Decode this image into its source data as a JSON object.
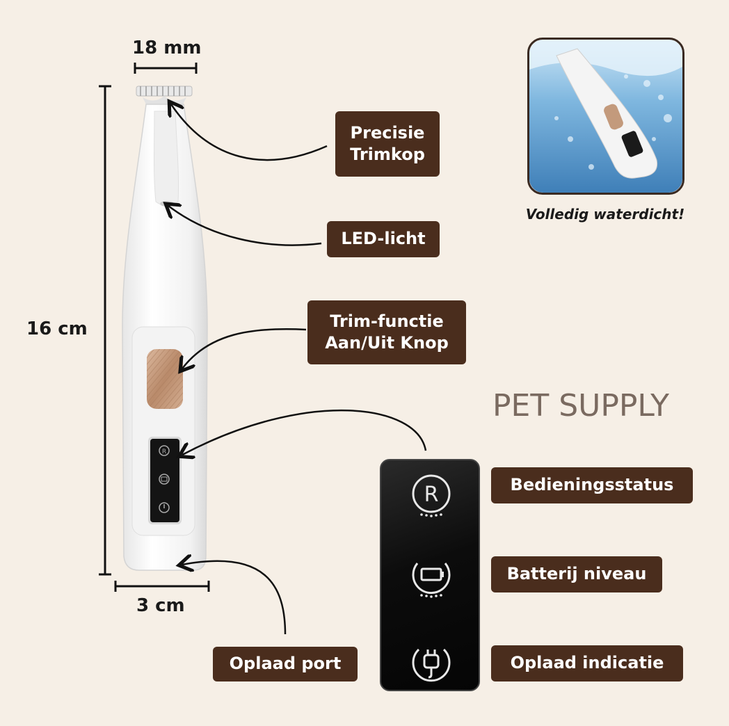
{
  "dimensions": {
    "width_label": "18 mm",
    "height_label": "16 cm",
    "base_label": "3 cm"
  },
  "callouts": {
    "trimkop": [
      "Precisie",
      "Trimkop"
    ],
    "led": "LED-licht",
    "trim_button": [
      "Trim-functie",
      "Aan/Uit Knop"
    ],
    "charge_port": "Oplaad port"
  },
  "panel_labels": {
    "status": "Bedieningsstatus",
    "battery": "Batterij niveau",
    "charging": "Oplaad indicatie"
  },
  "panel_icons": [
    "r-status-icon",
    "battery-icon",
    "plug-icon"
  ],
  "brand": "PET SUPPLY",
  "waterproof_caption": "Volledig waterdicht!",
  "colors": {
    "background": "#f6efe6",
    "tag": "#4a2d1d",
    "tag_text": "#ffffff",
    "button_accent": "#c79a7c",
    "brand_text": "#7a6a60"
  }
}
